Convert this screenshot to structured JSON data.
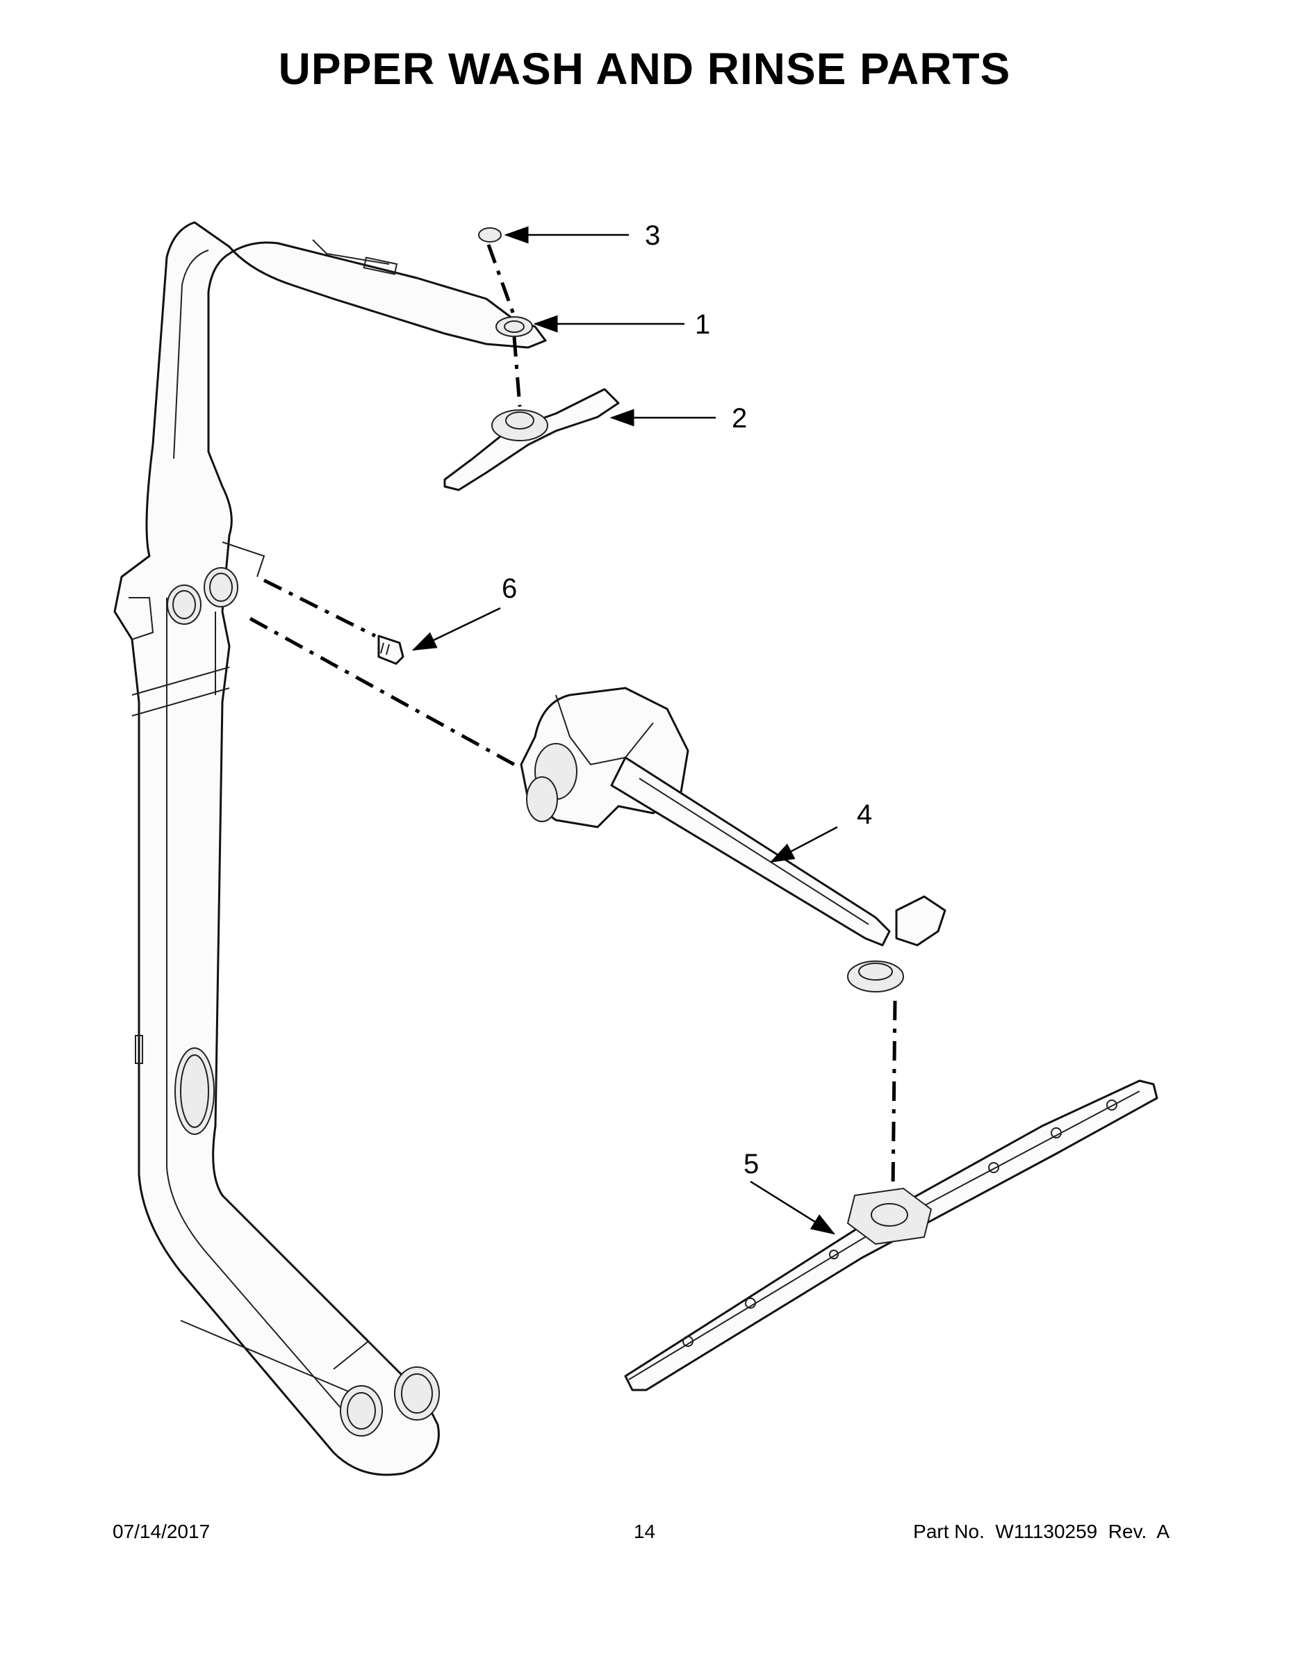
{
  "page": {
    "title": "UPPER WASH AND RINSE PARTS"
  },
  "callouts": [
    {
      "id": "callout-1",
      "number": "1"
    },
    {
      "id": "callout-2",
      "number": "2"
    },
    {
      "id": "callout-3",
      "number": "3"
    },
    {
      "id": "callout-4",
      "number": "4"
    },
    {
      "id": "callout-5",
      "number": "5"
    },
    {
      "id": "callout-6",
      "number": "6"
    }
  ],
  "footer": {
    "date": "07/14/2017",
    "page_number": "14",
    "part_info": "Part No.  W11130259  Rev.  A"
  }
}
